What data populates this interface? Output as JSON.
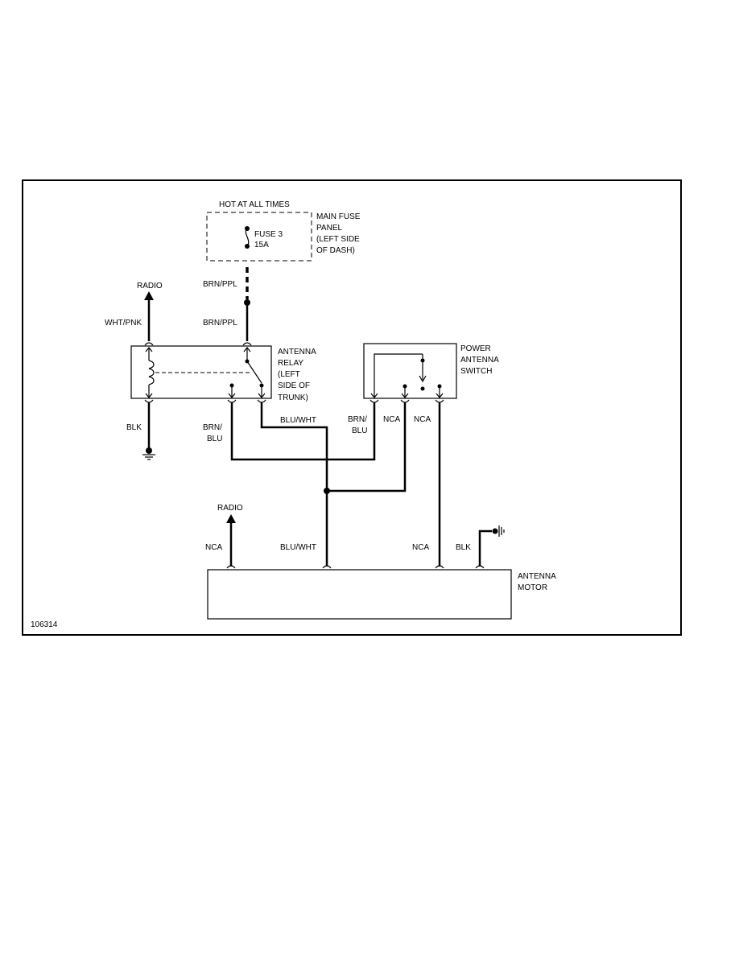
{
  "diagram_id": "106314",
  "fuse": {
    "hot_label": "HOT AT ALL TIMES",
    "fuse_name": "FUSE 3",
    "fuse_rating": "15A",
    "panel_label": [
      "MAIN FUSE",
      "PANEL",
      "(LEFT SIDE",
      "OF DASH)"
    ]
  },
  "relay": {
    "label": [
      "ANTENNA",
      "RELAY",
      "(LEFT",
      "SIDE OF",
      "TRUNK)"
    ]
  },
  "switch": {
    "label": [
      "POWER",
      "ANTENNA",
      "SWITCH"
    ]
  },
  "motor": {
    "label": [
      "ANTENNA",
      "MOTOR"
    ]
  },
  "wires": {
    "brn_ppl_upper": "BRN/PPL",
    "brn_ppl_lower": "BRN/PPL",
    "wht_pnk": "WHT/PNK",
    "blk_relay": "BLK",
    "brn_blu_relay": [
      "BRN/",
      "BLU"
    ],
    "blu_wht_relay": "BLU/WHT",
    "brn_blu_switch": [
      "BRN/",
      "BLU"
    ],
    "nca_switch_1": "NCA",
    "nca_switch_2": "NCA",
    "nca_motor_left": "NCA",
    "blu_wht_motor": "BLU/WHT",
    "nca_motor_right": "NCA",
    "blk_motor": "BLK"
  },
  "connections": {
    "radio_top": "RADIO",
    "radio_bottom": "RADIO"
  }
}
